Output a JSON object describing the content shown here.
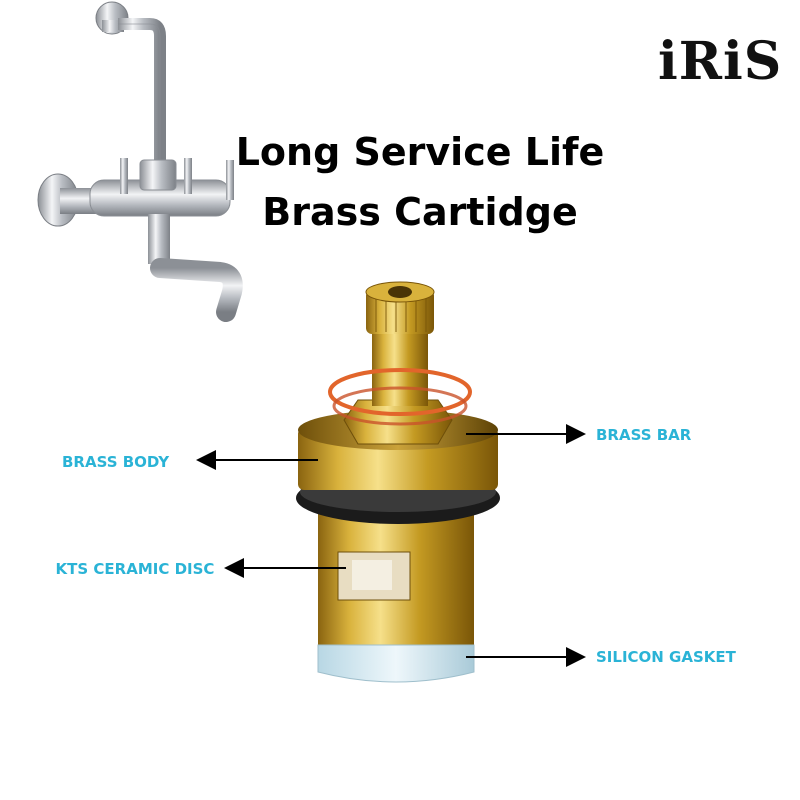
{
  "brand": {
    "logo_text": "iRiS"
  },
  "headline": {
    "line1": "Long Service Life",
    "line2": "Brass Cartidge"
  },
  "callouts": [
    {
      "label": "BRASS BODY",
      "arrow": "left"
    },
    {
      "label": "BRASS BAR",
      "arrow": "right"
    },
    {
      "label": "KTS CERAMIC DISC",
      "arrow": "left"
    },
    {
      "label": "SILICON GASKET",
      "arrow": "right"
    }
  ],
  "colors": {
    "label_text": "#2ab3d6",
    "brass": "#c9a227",
    "chrome": "#c8ccd2",
    "arrow": "#000000"
  },
  "images": [
    {
      "name": "wall-mixer-faucet-image",
      "icon": "faucet"
    },
    {
      "name": "brass-cartridge-image",
      "icon": "cartridge"
    }
  ]
}
